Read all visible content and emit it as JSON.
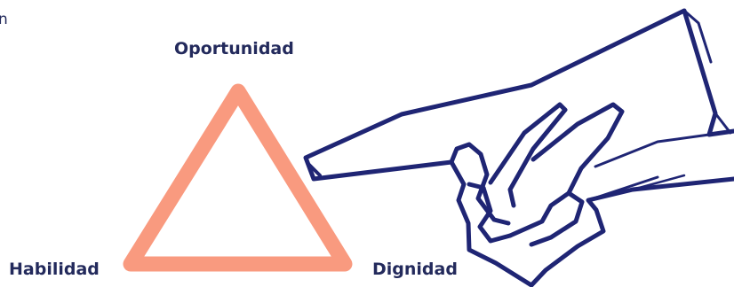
{
  "diagram": {
    "corner_text": "n",
    "vertices": {
      "top": "Oportunidad",
      "left": "Habilidad",
      "right": "Dignidad"
    },
    "colors": {
      "triangle": "#f99a7f",
      "hand": "#1f2574",
      "text": "#232a5c"
    },
    "icon": "pointing-hand-icon"
  }
}
